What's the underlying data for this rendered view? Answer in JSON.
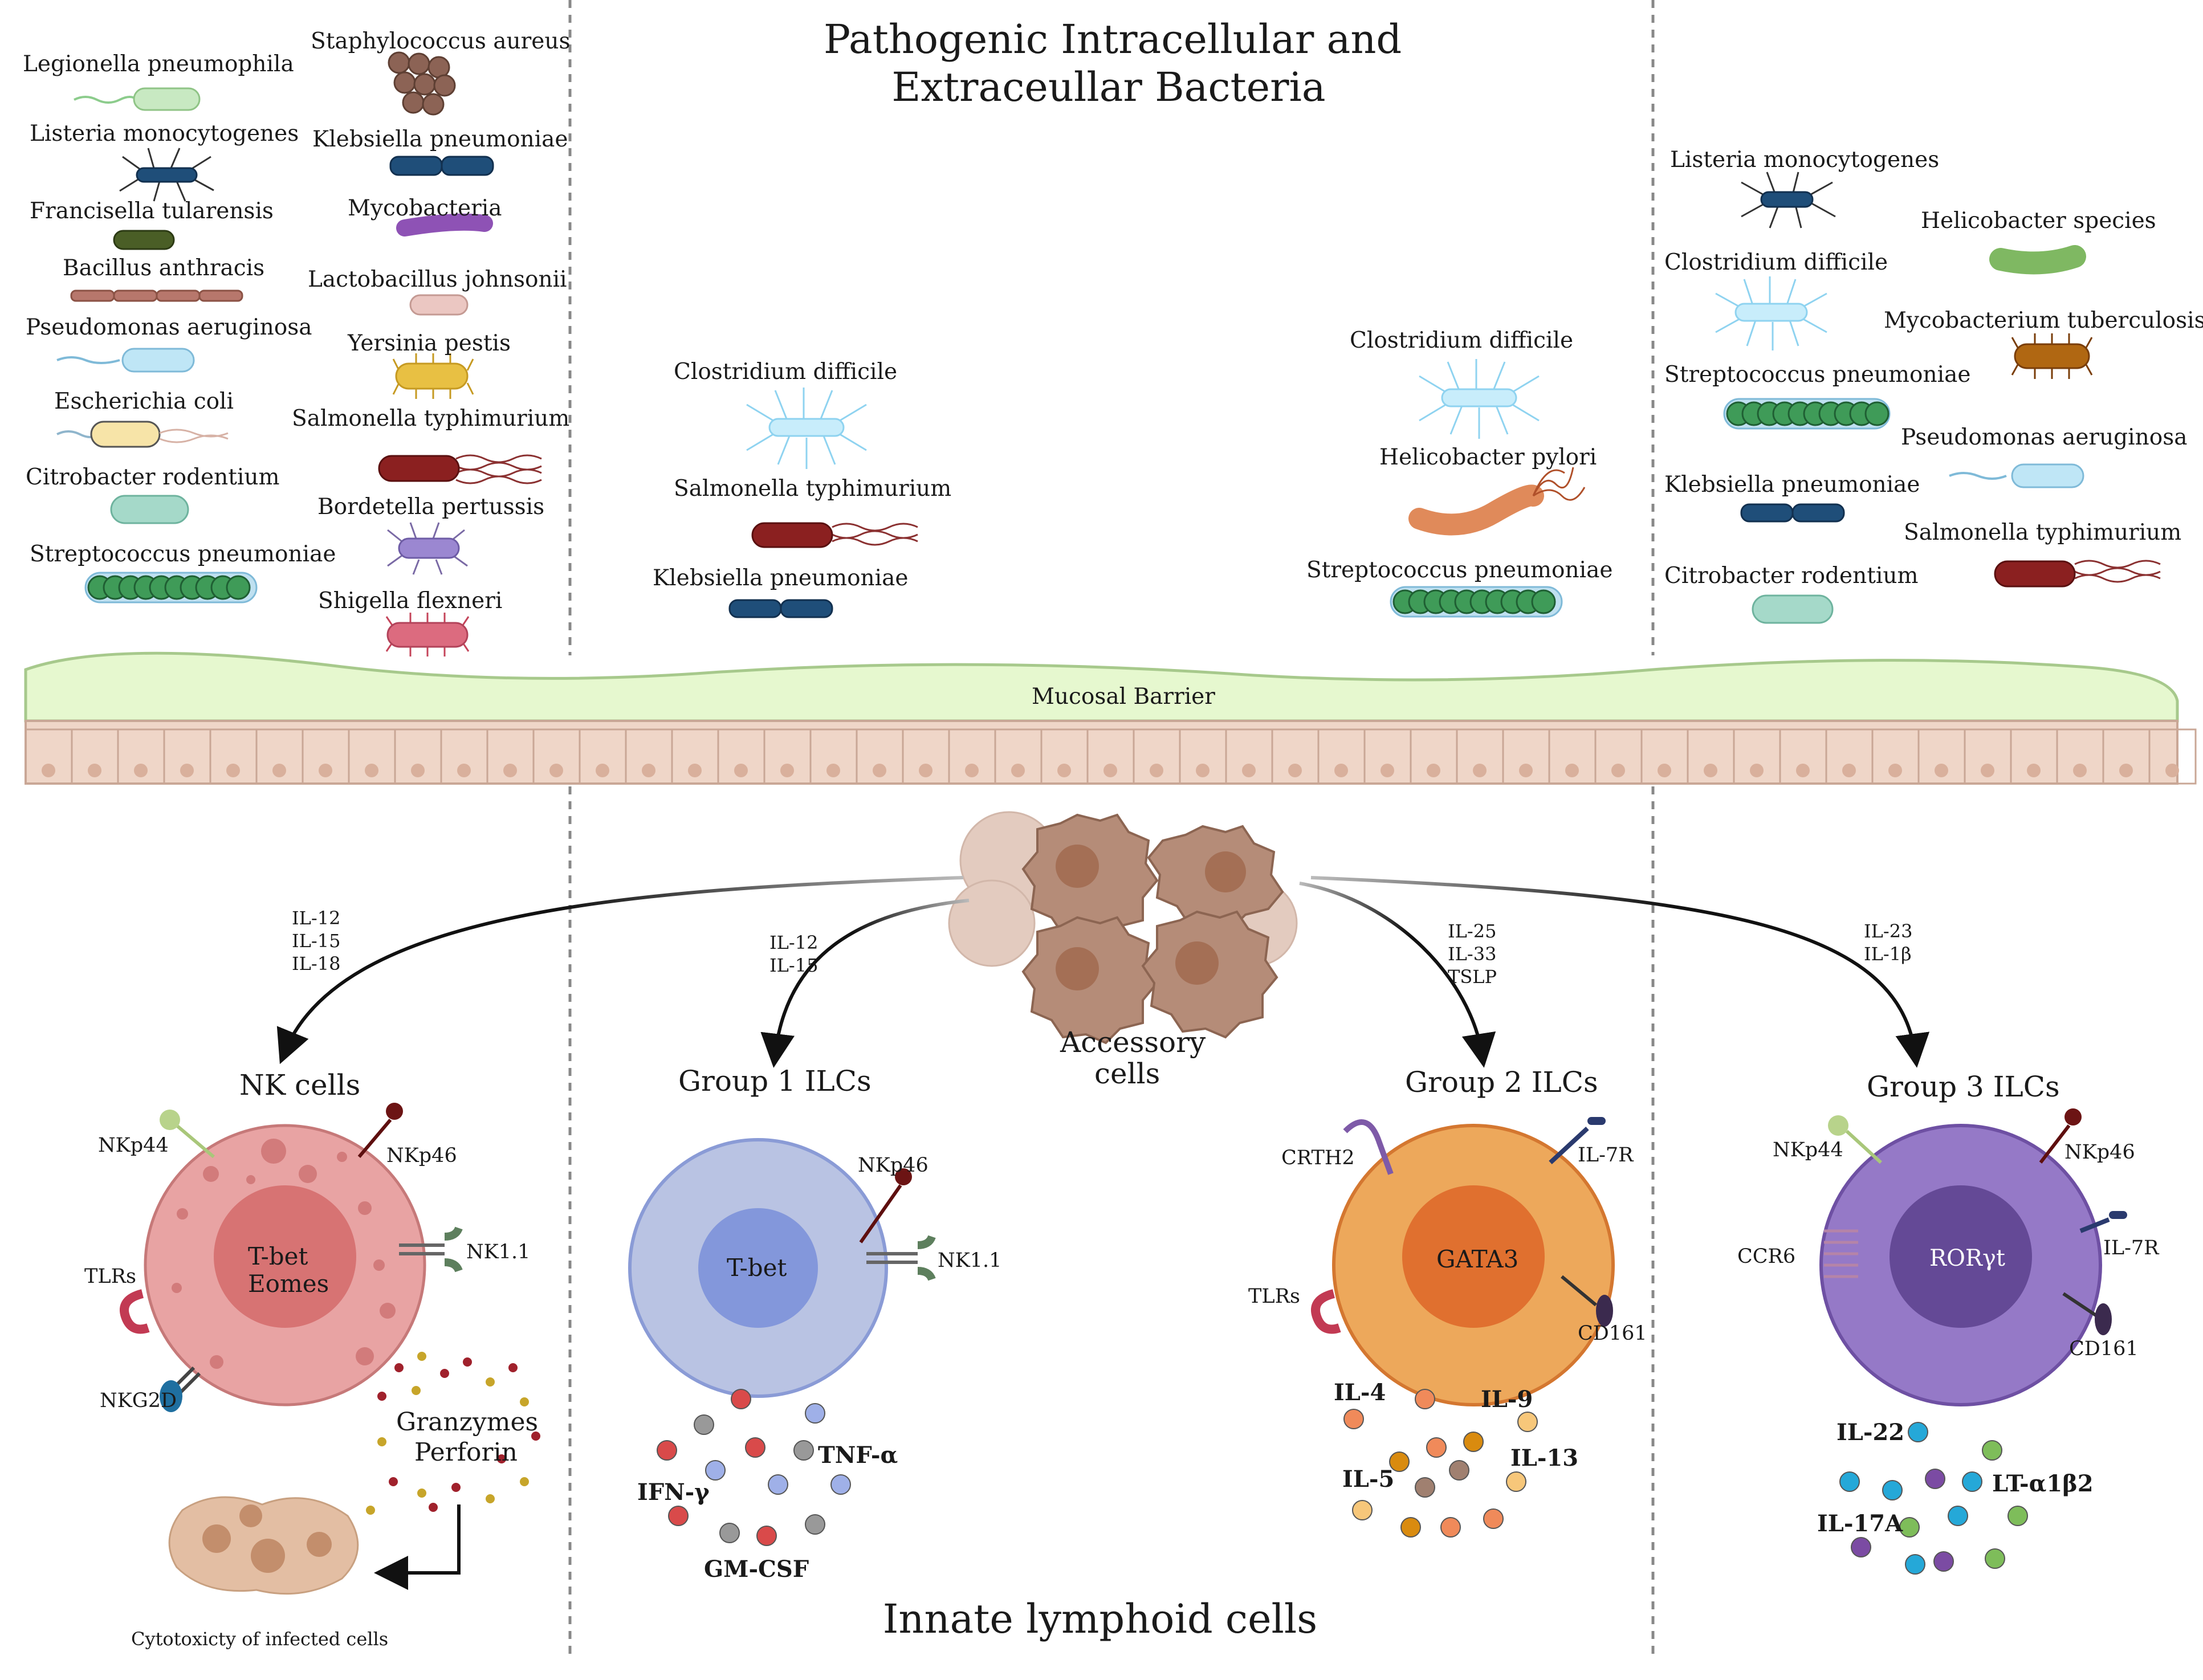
{
  "title": {
    "line1": "Pathogenic Intracellular and",
    "line2": "Extraceullar Bacteria"
  },
  "bottom_title": "Innate lymphoid cells",
  "barrier_label": "Mucosal Barrier",
  "accessory": {
    "line1": "Accessory",
    "line2": "cells"
  },
  "bacteria": {
    "left_col1": [
      "Legionella pneumophila",
      "Listeria monocytogenes",
      "Francisella tularensis",
      "Bacillus anthracis",
      "Pseudomonas aeruginosa",
      "Escherichia coli",
      "Citrobacter rodentium",
      "Streptococcus pneumoniae"
    ],
    "left_col2": [
      "Staphylococcus aureus",
      "Klebsiella pneumoniae",
      "Mycobacteria",
      "Lactobacillus johnsonii",
      "Yersinia pestis",
      "Salmonella typhimurium",
      "Bordetella pertussis",
      "Shigella flexneri"
    ],
    "center_left": [
      "Clostridium difficile",
      "Salmonella typhimurium",
      "Klebsiella pneumoniae"
    ],
    "center_right": [
      "Clostridium difficile",
      "Helicobacter pylori",
      "Streptococcus pneumoniae"
    ],
    "right_col1": [
      "Listeria monocytogenes",
      "Clostridium difficile",
      "Streptococcus pneumoniae",
      "Klebsiella pneumoniae",
      "Citrobacter rodentium"
    ],
    "right_col2": [
      "Helicobacter species",
      "Mycobacterium tuberculosis",
      "Pseudomonas aeruginosa",
      "Salmonella typhimurium"
    ]
  },
  "cytokine_signals": {
    "nk": [
      "IL-12",
      "IL-15",
      "IL-18"
    ],
    "g1": [
      "IL-12",
      "IL-15"
    ],
    "g2": [
      "IL-25",
      "IL-33",
      "TSLP"
    ],
    "g3": [
      "IL-23",
      "IL-1β"
    ]
  },
  "cells": {
    "nk": {
      "title": "NK cells",
      "nucleus1": "T-bet",
      "nucleus2": "Eomes",
      "receptors": [
        "NKp44",
        "NKp46",
        "NK1.1",
        "TLRs",
        "NKG2D"
      ],
      "products1": "Granzymes",
      "products2": "Perforin",
      "cytotox": "Cytotoxicty of infected cells"
    },
    "g1": {
      "title": "Group 1 ILCs",
      "nucleus": "T-bet",
      "receptors": [
        "NKp46",
        "NK1.1"
      ],
      "cytokines": [
        "TNF-α",
        "IFN-γ",
        "GM-CSF"
      ]
    },
    "g2": {
      "title": "Group 2 ILCs",
      "nucleus": "GATA3",
      "receptors": [
        "CRTH2",
        "IL-7R",
        "TLRs",
        "CD161"
      ],
      "cytokines": [
        "IL-4",
        "IL-9",
        "IL-5",
        "IL-13"
      ]
    },
    "g3": {
      "title": "Group 3 ILCs",
      "nucleus": "RORγt",
      "receptors": [
        "NKp44",
        "NKp46",
        "IL-7R",
        "CCR6",
        "CD161"
      ],
      "cytokines": [
        "IL-22",
        "LT-α1β2",
        "IL-17A"
      ]
    }
  },
  "colors": {
    "nk_cell": "#e8a3a3",
    "nk_nucleus": "#d77373",
    "g1_cell": "#b9c3e3",
    "g1_nucleus": "#8397db",
    "g2_cell": "#eda85b",
    "g2_nucleus": "#e0702f",
    "g3_cell": "#9579c7",
    "g3_nucleus": "#644996",
    "barrier_top": "#e6f8cf",
    "barrier_cells": "#efd6c8"
  }
}
